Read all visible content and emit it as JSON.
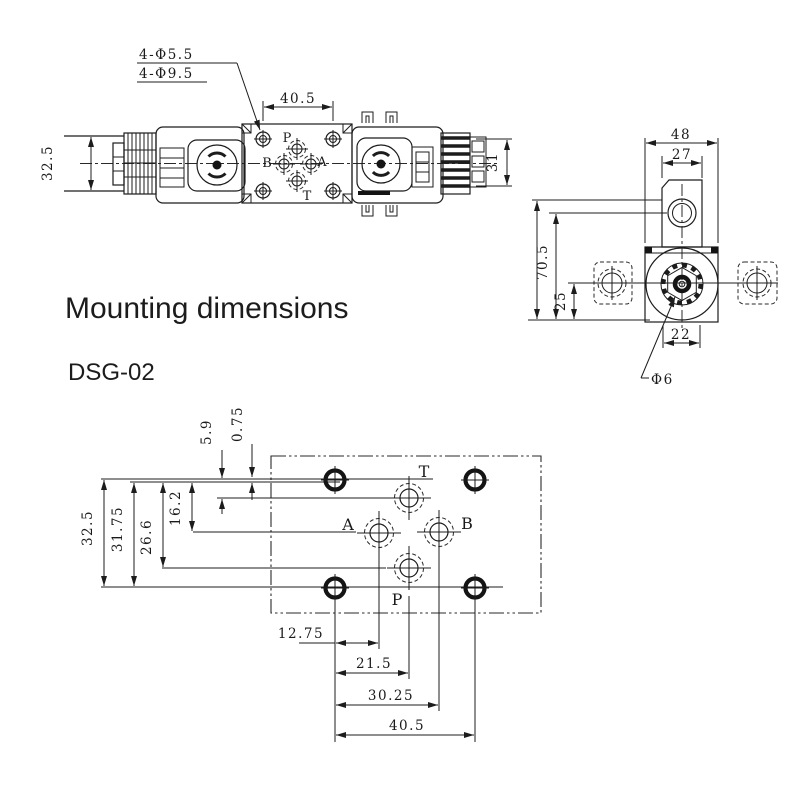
{
  "colors": {
    "ink": "#1c1c1c",
    "background": "#ffffff"
  },
  "heading": {
    "title": "Mounting dimensions",
    "model": "DSG-02"
  },
  "front_view": {
    "hole_note_small": "4-Φ5.5",
    "hole_note_large": "4-Φ9.5",
    "dim_bolt_spacing": "40.5",
    "dim_left_height": "32.5",
    "dim_right_height": "31",
    "ports": {
      "top": "P",
      "left": "B",
      "right": "A",
      "bottom": "T"
    }
  },
  "side_view": {
    "dim_width": "48",
    "dim_tab_width": "27",
    "dim_height": "70.5",
    "dim_center_to_base": "25",
    "dim_nut_width": "22",
    "hole_note": "Φ6"
  },
  "mounting": {
    "dim_5_9": "5.9",
    "dim_0_75": "0.75",
    "dim_16_2": "16.2",
    "dim_26_6": "26.6",
    "dim_31_75": "31.75",
    "dim_32_5": "32.5",
    "dim_12_75": "12.75",
    "dim_21_5": "21.5",
    "dim_30_25": "30.25",
    "dim_40_5": "40.5",
    "ports": {
      "t": "T",
      "a": "A",
      "b": "B",
      "p": "P"
    }
  }
}
